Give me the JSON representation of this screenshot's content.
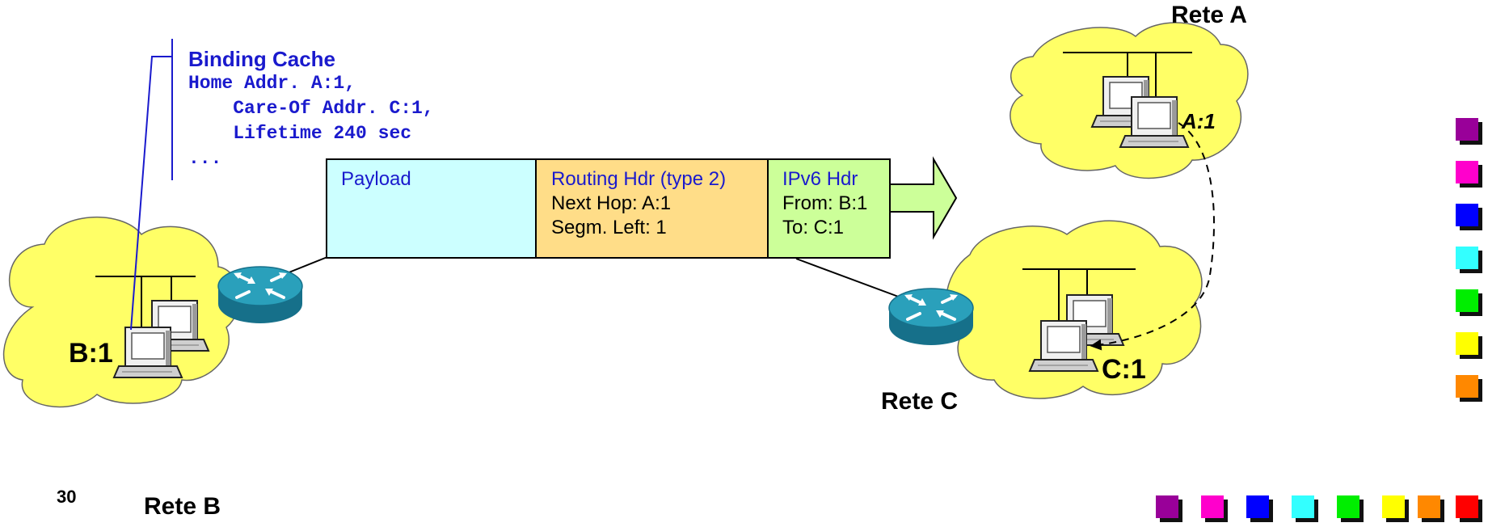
{
  "slide": {
    "page_number": "30",
    "networks": {
      "a": "Rete A",
      "b": "Rete B",
      "c": "Rete C"
    },
    "hosts": {
      "home": "A:1",
      "correspondent": "B:1",
      "care_of": "C:1"
    }
  },
  "binding_cache": {
    "title": "Binding Cache",
    "line1": "Home Addr. A:1,",
    "line2": "    Care-Of Addr. C:1,",
    "line3": "    Lifetime 240 sec",
    "line4": "..."
  },
  "packet": {
    "payload": "Payload",
    "routing": {
      "title": "Routing Hdr (type 2)",
      "line1": "Next Hop: A:1",
      "line2": "Segm. Left: 1"
    },
    "ipv6": {
      "title": "IPv6 Hdr",
      "line1": "From: B:1",
      "line2": "To: C:1"
    }
  },
  "colors": {
    "cloud": "#ffff66",
    "payload": "#ccffff",
    "routing": "#ffdd88",
    "ipv6": "#ccff99",
    "cache_text": "#1a1acd",
    "router": "#1f8fa3",
    "palette": [
      "#990099",
      "#ff00cc",
      "#0000ff",
      "#33ffff",
      "#00ee00",
      "#ffff00",
      "#ff8800",
      "#ff0000"
    ]
  }
}
